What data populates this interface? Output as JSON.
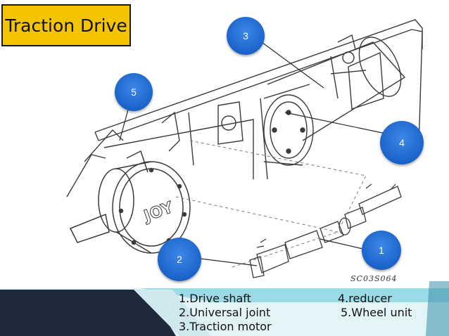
{
  "title": "Traction Drive",
  "callouts": [
    {
      "num": "3"
    },
    {
      "num": "5"
    },
    {
      "num": "4"
    },
    {
      "num": "2"
    },
    {
      "num": "1"
    }
  ],
  "legend": [
    {
      "text": "1.Drive shaft"
    },
    {
      "text": "2.Universal joint"
    },
    {
      "text": "3.Traction motor"
    },
    {
      "text": "4.reducer"
    },
    {
      "text": "5.Wheel unit"
    }
  ],
  "drawing_label": "SC03S064",
  "wheel_logo": "JOY",
  "colors": {
    "title_bg": "#f5c400",
    "callout": "#1a63c9",
    "band_dark": "#1e2a3a",
    "band_light": "#dff3f7",
    "band_teal": "#7fd3e0"
  }
}
